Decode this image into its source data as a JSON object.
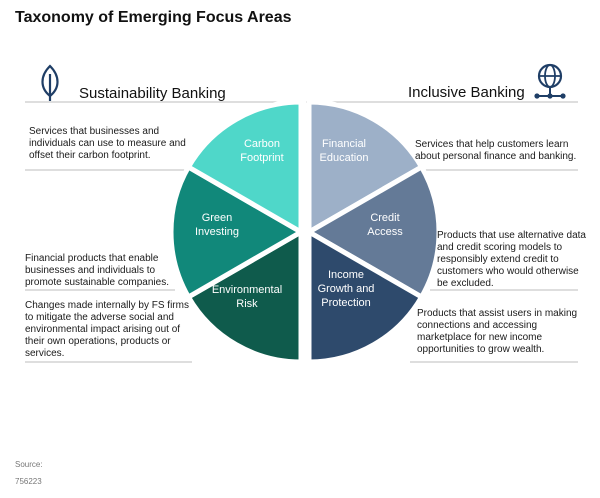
{
  "title": "Taxonomy of Emerging Focus Areas",
  "left": {
    "heading": "Sustainability Banking",
    "icon": "leaf-icon",
    "segments": [
      {
        "id": "carbon-footprint",
        "lines": [
          "Carbon",
          "Footprint"
        ],
        "color": "#4fd7c9",
        "description": "Services that businesses and\nindividuals can use to measure and\noffset their carbon footprint."
      },
      {
        "id": "green-investing",
        "lines": [
          "Green",
          "Investing"
        ],
        "color": "#11887a",
        "description": "Financial products that enable\nbusinesses and individuals to\npromote sustainable companies."
      },
      {
        "id": "environmental-risk",
        "lines": [
          "Environmental",
          "Risk"
        ],
        "color": "#0f5b4c",
        "description": "Changes made internally by FS firms\nto mitigate the adverse social and\nenvironmental impact arising out of\ntheir own operations, products or\nservices."
      }
    ]
  },
  "right": {
    "heading": "Inclusive Banking",
    "icon": "globe-network-icon",
    "segments": [
      {
        "id": "financial-education",
        "lines": [
          "Financial",
          "Education"
        ],
        "color": "#9db0c8",
        "description": "Services that help customers learn\nabout personal finance and banking."
      },
      {
        "id": "credit-access",
        "lines": [
          "Credit",
          "Access"
        ],
        "color": "#647a97",
        "description": "Products that use alternative data\nand credit scoring models to\nresponsibly extend credit to\ncustomers who would otherwise\nbe excluded."
      },
      {
        "id": "income-growth",
        "lines": [
          "Income",
          "Growth and",
          "Protection"
        ],
        "color": "#2e4a6c",
        "description": "Products that assist users in making\nconnections and accessing\nmarketplace for new income\nopportunities to grow wealth."
      }
    ]
  },
  "colors": {
    "icon": "#1f3e66",
    "rule": "#bdbdbd"
  },
  "footer": {
    "source_label": "Source:",
    "id": "756223"
  }
}
